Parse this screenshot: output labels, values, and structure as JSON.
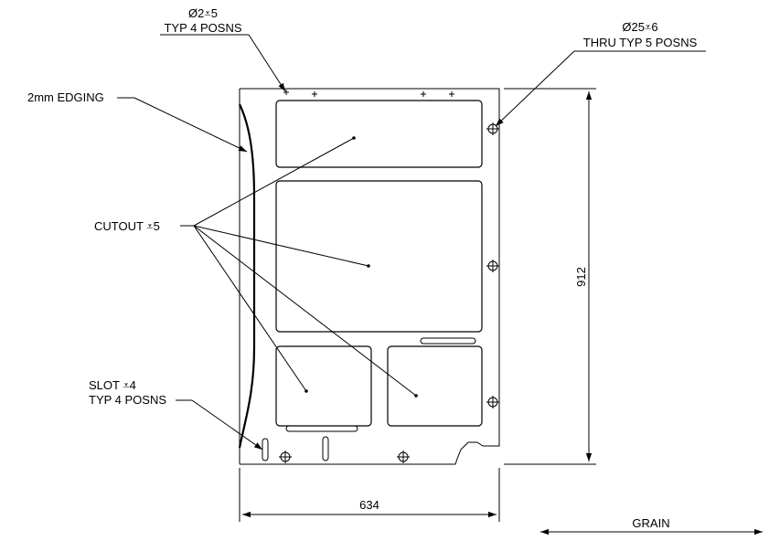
{
  "labels": {
    "drill_hole": {
      "line1": "Ø2⩡5",
      "line2": "TYP 4 POSNS"
    },
    "thru_hole": {
      "line1": "Ø25⩡6",
      "line2": "THRU TYP 5 POSNS"
    },
    "edging": "2mm EDGING",
    "cutout": "CUTOUT ⩡5",
    "slot": {
      "line1": "SLOT ⩡4",
      "line2": "TYP 4 POSNS"
    }
  },
  "dimensions": {
    "height": "912",
    "width": "634"
  },
  "grain_label": "GRAIN"
}
